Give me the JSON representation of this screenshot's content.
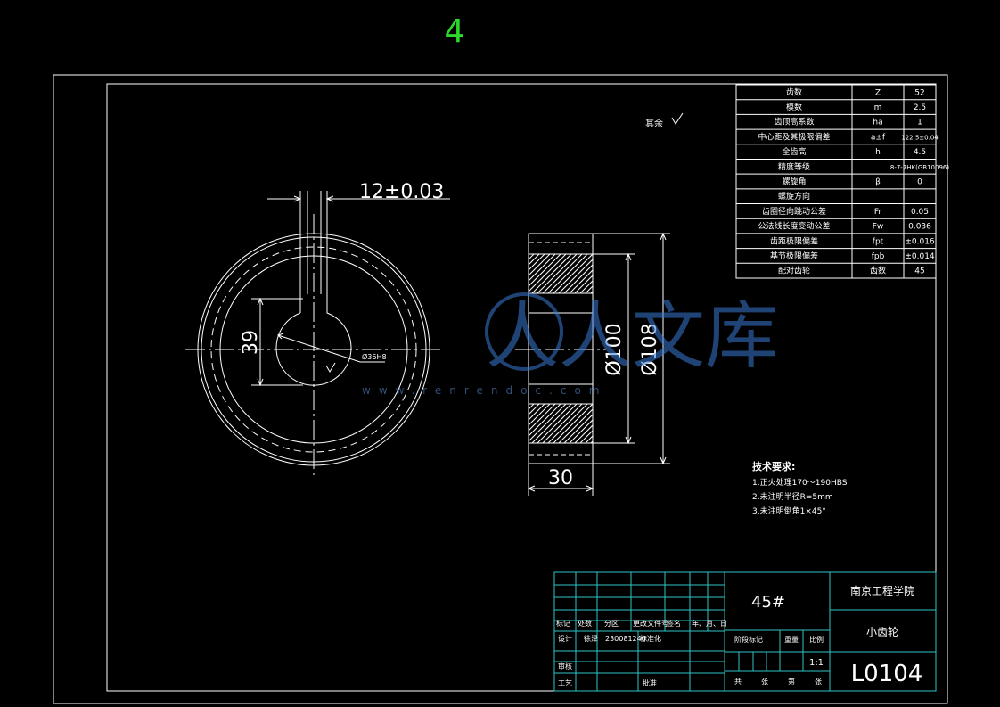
{
  "sheet_number": "4",
  "surface_roughness_note": "其余",
  "gear_params": [
    {
      "name": "齿数",
      "symbol": "Z",
      "value": "52"
    },
    {
      "name": "模数",
      "symbol": "m",
      "value": "2.5"
    },
    {
      "name": "齿顶高系数",
      "symbol": "ha",
      "value": "1"
    },
    {
      "name": "中心距及其极限偏差",
      "symbol": "a±f",
      "value": "122.5±0.04"
    },
    {
      "name": "全齿高",
      "symbol": "h",
      "value": "4.5"
    },
    {
      "name": "精度等级",
      "symbol": "",
      "value": "8-7-7HK(GB10096)"
    },
    {
      "name": "螺旋角",
      "symbol": "β",
      "value": "0"
    },
    {
      "name": "螺旋方向",
      "symbol": "",
      "value": ""
    },
    {
      "name": "齿圈径向跳动公差",
      "symbol": "Fr",
      "value": "0.05"
    },
    {
      "name": "公法线长度变动公差",
      "symbol": "Fw",
      "value": "0.036"
    },
    {
      "name": "齿距极限偏差",
      "symbol": "fpt",
      "value": "±0.016"
    },
    {
      "name": "基节极限偏差",
      "symbol": "fpb",
      "value": "±0.014"
    },
    {
      "name": "配对齿轮",
      "symbol": "齿数",
      "value": "45"
    }
  ],
  "dimensions": {
    "keyway_width": "12±0.03",
    "hub_height": "39",
    "bore": "Ø36H8",
    "root_dia": "Ø100",
    "tip_dia": "Ø108",
    "face_width": "30"
  },
  "watermark": {
    "brand": "人人文库",
    "url": "www.renrendoc.com"
  },
  "tech_requirements": {
    "title": "技术要求:",
    "items": [
      "1.正火处理170～190HBS",
      "2.未注明半径R=5mm",
      "3.未注明倒角1×45°"
    ]
  },
  "title_block": {
    "material": "45#",
    "school": "南京工程学院",
    "part_name": "小齿轮",
    "drawing_no": "L0104",
    "scale": "1:1",
    "row_labels": [
      "标记",
      "处数",
      "分区",
      "更改文件号",
      "签名",
      "年、月、日"
    ],
    "design_label": "设计",
    "designer": "徐泽",
    "student_id": "230081240",
    "standardize_label": "标准化",
    "review_label": "审核",
    "process_label": "工艺",
    "approve_label": "批准",
    "stage_label": "阶段标记",
    "weight_label": "重量",
    "ratio_label": "比例",
    "sheet_labels": [
      "共",
      "张",
      "第",
      "张"
    ]
  }
}
